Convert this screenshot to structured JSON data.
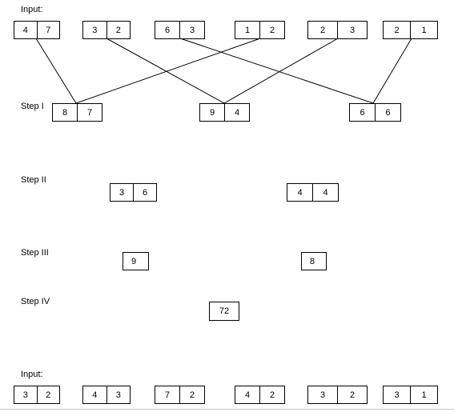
{
  "labels": {
    "input_top": "Input:",
    "step1": "Step I",
    "step2": "Step II",
    "step3": "Step III",
    "step4": "Step IV",
    "input_bottom": "Input:"
  },
  "input_top": [
    [
      "4",
      "7"
    ],
    [
      "3",
      "2"
    ],
    [
      "6",
      "3"
    ],
    [
      "1",
      "2"
    ],
    [
      "2",
      "3"
    ],
    [
      "2",
      "1"
    ]
  ],
  "step1": [
    [
      "8",
      "7"
    ],
    [
      "9",
      "4"
    ],
    [
      "6",
      "6"
    ]
  ],
  "step2": [
    [
      "3",
      "6"
    ],
    [
      "4",
      "4"
    ]
  ],
  "step3": [
    [
      "9"
    ],
    [
      "8"
    ]
  ],
  "step4": [
    [
      "72"
    ]
  ],
  "input_bottom": [
    [
      "3",
      "2"
    ],
    [
      "4",
      "3"
    ],
    [
      "7",
      "2"
    ],
    [
      "4",
      "2"
    ],
    [
      "3",
      "2"
    ],
    [
      "3",
      "1"
    ]
  ]
}
